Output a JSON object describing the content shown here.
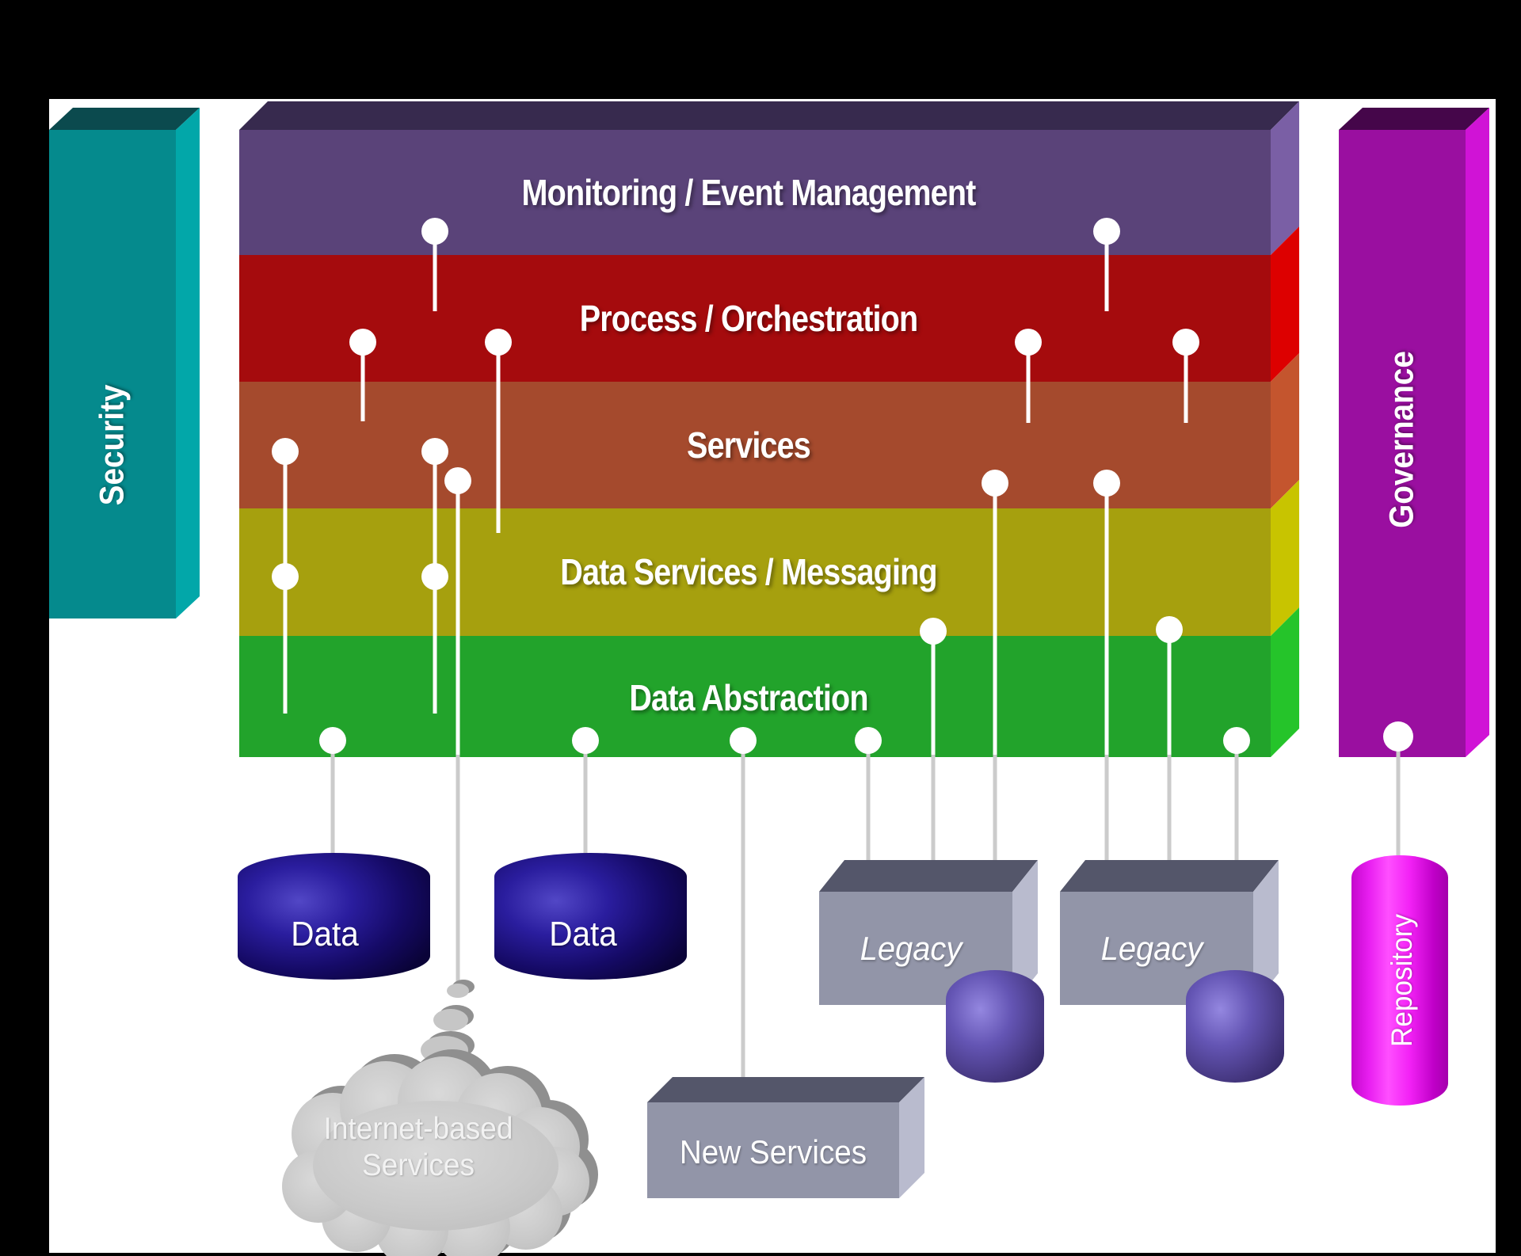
{
  "layers": [
    {
      "id": "monitoring",
      "label": "Monitoring / Event Management",
      "face_color": "#5A4379",
      "side_color": "#7A5FA5",
      "top_color": "#372A4E"
    },
    {
      "id": "process",
      "label": "Process / Orchestration",
      "face_color": "#A50B0D",
      "side_color": "#DD0000"
    },
    {
      "id": "services",
      "label": "Services",
      "face_color": "#A54A2D",
      "side_color": "#C4552E"
    },
    {
      "id": "data-services",
      "label": "Data Services / Messaging",
      "face_color": "#A6A00E",
      "side_color": "#C8C400"
    },
    {
      "id": "data-abstraction",
      "label": "Data Abstraction",
      "face_color": "#22A32B",
      "side_color": "#25C42A"
    }
  ],
  "pillars": {
    "security": {
      "label": "Security",
      "face_color": "#058A8D",
      "side_color": "#02A7A9",
      "top_color": "#0B4A4E"
    },
    "governance": {
      "label": "Governance",
      "face_color": "#9A0FA0",
      "side_color": "#D013D6",
      "top_color": "#45064A"
    }
  },
  "components": {
    "data_left": {
      "label": "Data"
    },
    "data_right": {
      "label": "Data"
    },
    "internet_cloud": {
      "label_line1": "Internet-based",
      "label_line2": "Services"
    },
    "new_services": {
      "label": "New Services"
    },
    "legacy_left": {
      "label": "Legacy"
    },
    "legacy_right": {
      "label": "Legacy"
    },
    "repository": {
      "label": "Repository"
    }
  },
  "boxes": {
    "face_color": "#9295A8",
    "top_color": "#54566A",
    "side_color": "#B9BBCE"
  },
  "connectors": {
    "endpoint_color": "#FFFFFF",
    "line_color": "#CBCBCB"
  }
}
